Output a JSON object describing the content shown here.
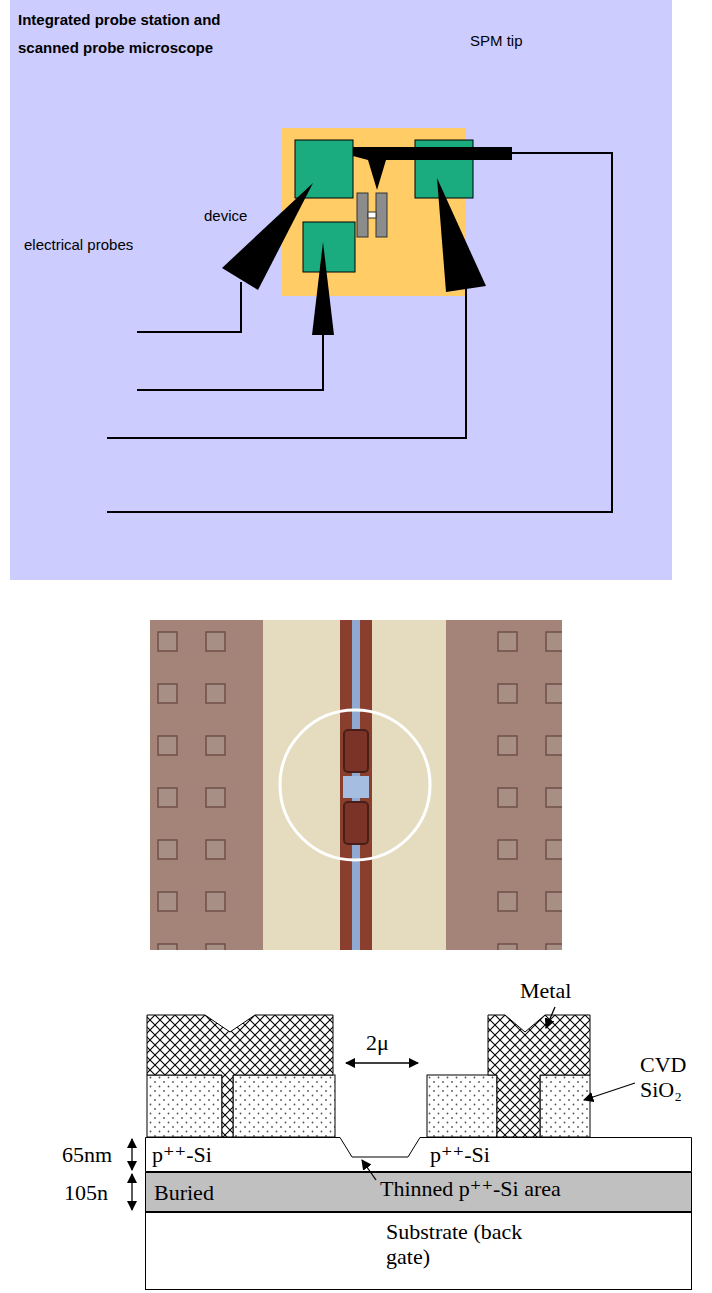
{
  "diagram": {
    "title": "Integrated probe station and scanned probe microscope",
    "nodes": [
      {
        "text": [
          "p⁺⁺-Si",
          "p⁺⁺-Si"
        ]
      },
      {
        "text": [
          "Buried"
        ]
      },
      {
        "text": [
          "Substrate (back gate)"
        ]
      }
    ],
    "labels": [
      "SPM tip",
      "device",
      "electrical probes",
      "Metal",
      "2μ",
      "CVD SiO₂",
      "65nm",
      "105n",
      "Thinned p⁺⁺-Si area"
    ]
  }
}
